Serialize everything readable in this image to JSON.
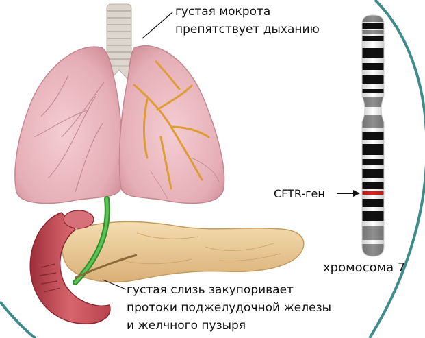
{
  "labels": {
    "mucus": {
      "line1": "густая мокрота",
      "line2": "препятствует дыханию"
    },
    "slime": {
      "line1": "густая слизь закупоривает",
      "line2": "протоки поджелудочной железы",
      "line3": "и желчного пузыря"
    },
    "gene": "CFTR-ген",
    "chromosome": "хромосома 7"
  },
  "colors": {
    "circle_border": "#3f8c8c",
    "lung_fill": "#e8b6bd",
    "lung_shadow": "#c98791",
    "bronchi": "#e0a23a",
    "trachea": "#d9d3cc",
    "pancreas": "#e9c98f",
    "duodenum": "#c8505a",
    "bile_duct": "#3aa335",
    "chromosome_band": "#111111",
    "chromosome_gray": "#8f8f8f",
    "cftr_marker": "#e02020"
  }
}
